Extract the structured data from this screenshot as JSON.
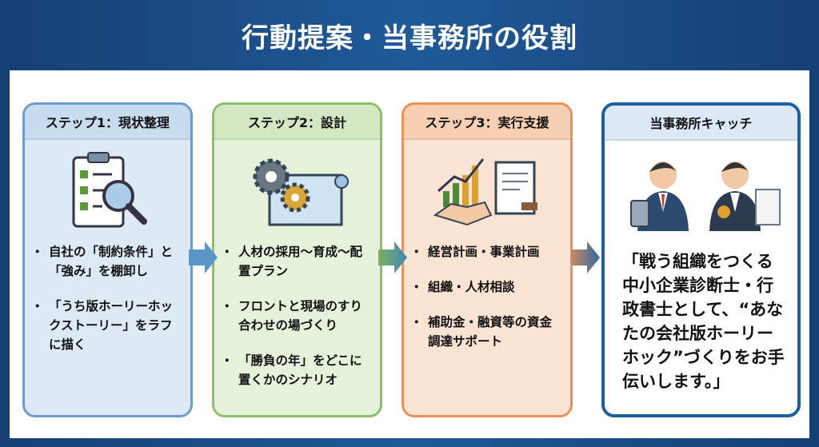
{
  "title": "行動提案・当事務所の役割",
  "steps": [
    {
      "heading": "ステップ1：現状整理",
      "icon": "clipboard-magnifier-icon",
      "items": [
        "自社の「制約条件」と「強み」を棚卸し",
        "「うち版ホーリーホックストーリー」をラフに描く"
      ]
    },
    {
      "heading": "ステップ2：設計",
      "icon": "gears-blueprint-icon",
      "items": [
        "人材の採用〜育成〜配置プラン",
        "フロントと現場のすり合わせの場づくり",
        "「勝負の年」をどこに置くかのシナリオ"
      ]
    },
    {
      "heading": "ステップ3：実行支援",
      "icon": "handshake-chart-document-icon",
      "items": [
        "経営計画・事業計画",
        "組織・人材相談",
        "補助金・融資等の資金調達サポート"
      ]
    }
  ],
  "office": {
    "heading": "当事務所キャッチ",
    "icon": "consultants-icon",
    "quote": "「戦う組織をつくる中小企業診断士・行政書士として、“あなたの会社版ホーリーホック”づくりをお手伝いします。」"
  },
  "colors": {
    "step1": "#6f9ccc",
    "step2": "#8cbf6a",
    "step3": "#e8925a",
    "office": "#1f5fa0"
  }
}
